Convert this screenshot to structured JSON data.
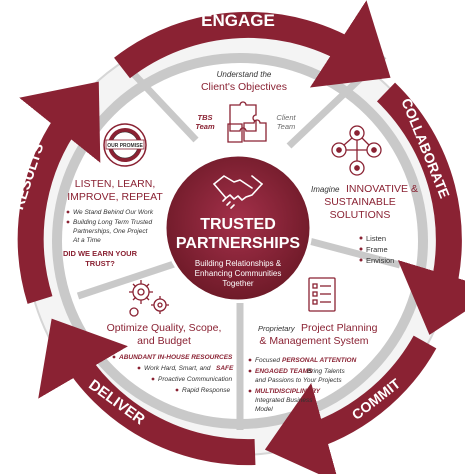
{
  "ring": {
    "engage": "ENGAGE",
    "collaborate": "COLLABORATE",
    "commit": "COMMIT",
    "deliver": "DELIVER",
    "results": "RESULTS"
  },
  "center": {
    "title_line1": "TRUSTED",
    "title_line2": "PARTNERSHIPS",
    "sub_line1": "Building Relationships &",
    "sub_line2": "Enhancing Communities",
    "sub_line3": "Together"
  },
  "segments": {
    "engage": {
      "line1": "Understand the",
      "line2": "Client's Objectives",
      "tbs_team_1": "TBS",
      "tbs_team_2": "Team",
      "client_team_1": "Client",
      "client_team_2": "Team"
    },
    "collaborate": {
      "imagine": "Imagine",
      "heading1": "INNOVATIVE &",
      "heading2": "SUSTAINABLE",
      "heading3": "SOLUTIONS",
      "bullets": [
        "Listen",
        "Frame",
        "Envision"
      ]
    },
    "commit": {
      "proprietary": "Proprietary",
      "heading1": "Project Planning",
      "heading2": "& Management System",
      "b1_pre": "Focused",
      "b1_em": "PERSONAL ATTENTION",
      "b2_em": "ENGAGED TEAMS",
      "b2_post": "Bring Talents",
      "b2_line2": "and Passions to Your Projects",
      "b3_em": "MULTIDISCIPLINARY",
      "b3_line2": "Integrated Business",
      "b3_line3": "Model"
    },
    "deliver": {
      "heading1": "Optimize Quality, Scope,",
      "heading2": "and Budget",
      "b1": "ABUNDANT IN-HOUSE RESOURCES",
      "b2_pre": "Work Hard, Smart, and",
      "b2_em": "SAFE",
      "b3": "Proactive Communication",
      "b4": "Rapid Response"
    },
    "results": {
      "heading1": "LISTEN, LEARN,",
      "heading2": "IMPROVE, REPEAT",
      "b1": "We Stand Behind Our Work",
      "b2_line1": "Building Long Term Trusted",
      "b2_line2": "Partnerships, One Project",
      "b2_line3": "At a Time",
      "question1": "DID WE EARN YOUR",
      "question2": "TRUST?",
      "badge_text": "OUR PROMISE"
    }
  },
  "colors": {
    "maroon": "#8a2233",
    "dark_maroon": "#6e1a28",
    "grey_ring": "#bdbdbd",
    "text_dark": "#333333"
  },
  "icons": [
    "puzzle-icon",
    "people-network-icon",
    "checklist-icon",
    "gears-icon",
    "badge-icon",
    "handshake-icon"
  ]
}
